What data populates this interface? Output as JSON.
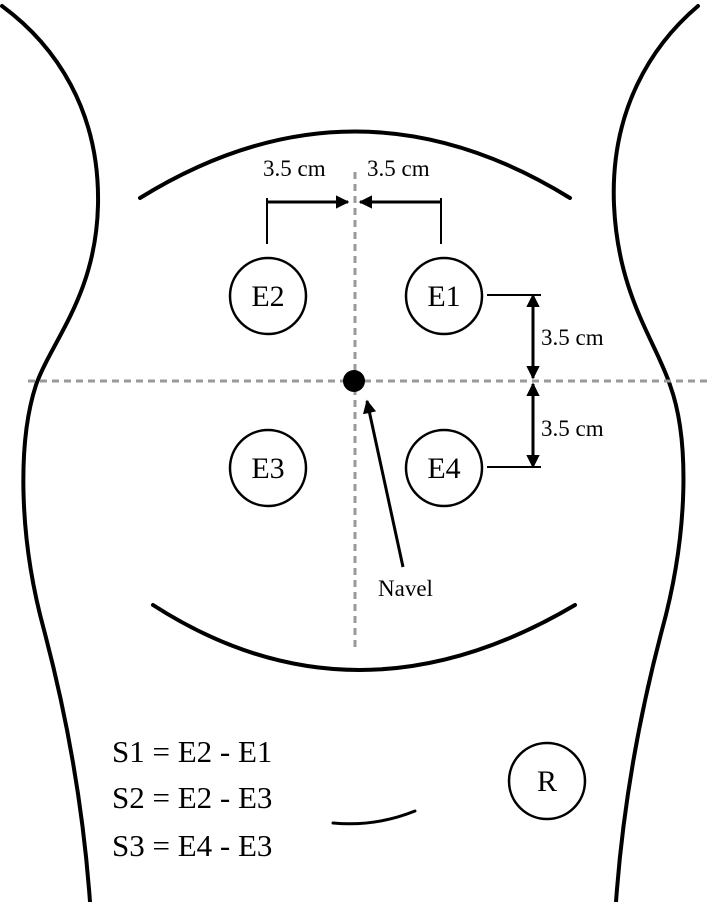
{
  "electrodes": {
    "e1": "E1",
    "e2": "E2",
    "e3": "E3",
    "e4": "E4",
    "reference": "R"
  },
  "dimensions": {
    "top_left": "3.5 cm",
    "top_right": "3.5 cm",
    "right_upper": "3.5 cm",
    "right_lower": "3.5 cm"
  },
  "navel_label": "Navel",
  "formulas": [
    "S1 = E2 - E1",
    "S2 = E2 - E3",
    "S3 = E4 - E3"
  ]
}
